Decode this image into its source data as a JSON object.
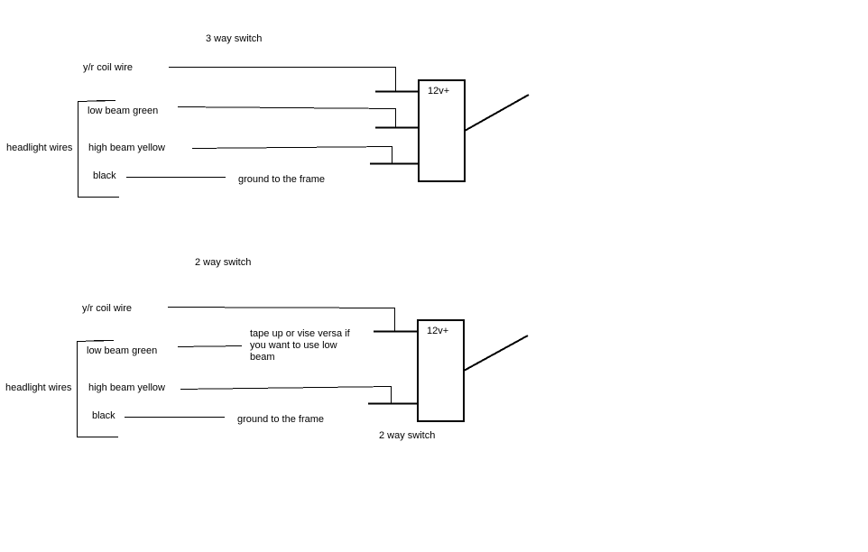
{
  "colors": {
    "background": "#ffffff",
    "ink": "#000000"
  },
  "top_diagram": {
    "title": "3 way switch",
    "coil_wire": "y/r coil wire",
    "group_label": "headlight wires",
    "low_beam": "low beam green",
    "high_beam": "high beam yellow",
    "black": "black",
    "ground": "ground to the frame",
    "switch_label": "12v+"
  },
  "bottom_diagram": {
    "title": "2 way switch",
    "coil_wire": "y/r coil wire",
    "group_label": "headlight wires",
    "low_beam": "low beam green",
    "tape_note": "tape up or vise versa if you want to use low beam",
    "high_beam": "high beam yellow",
    "black": "black",
    "ground": "ground to the frame",
    "switch_label": "12v+",
    "switch_caption": "2 way switch"
  }
}
